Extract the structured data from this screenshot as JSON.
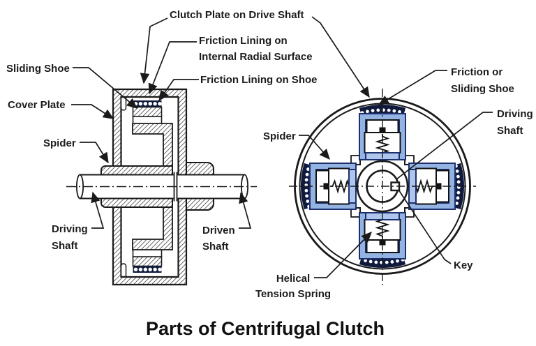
{
  "title": "Parts of Centrifugal Clutch",
  "colors": {
    "background": "#ffffff",
    "ink": "#1a1a1a",
    "shoe_blue": "#93b4e3",
    "shoe_blue_light": "#aec6ec",
    "outline_navy": "#1d2f6d",
    "lining_dark": "#101a3d"
  },
  "section_view": {
    "labels": {
      "clutch_plate": "Clutch Plate on Drive Shaft",
      "friction_internal_line1": "Friction Lining on",
      "friction_internal_line2": "Internal Radial Surface",
      "friction_shoe": "Friction Lining on Shoe",
      "sliding_shoe": "Sliding Shoe",
      "cover_plate": "Cover Plate",
      "spider": "Spider",
      "driving_shaft_line1": "Driving",
      "driving_shaft_line2": "Shaft",
      "driven_shaft_line1": "Driven",
      "driven_shaft_line2": "Shaft"
    }
  },
  "front_view": {
    "labels": {
      "friction_or_line1": "Friction or",
      "friction_or_line2": "Sliding Shoe",
      "driving_shaft_line1": "Driving",
      "driving_shaft_line2": "Shaft",
      "spider": "Spider",
      "helical_line1": "Helical",
      "helical_line2": "Tension Spring",
      "key": "Key"
    }
  }
}
